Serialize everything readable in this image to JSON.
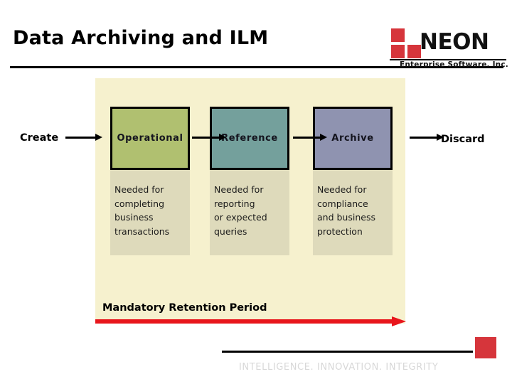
{
  "slide": {
    "title": "Data Archiving and ILM"
  },
  "logo": {
    "wordmark": "NEON",
    "tagline": "Enterprise Software, Inc.",
    "mark_color": "#D6353B"
  },
  "diagram": {
    "panel_color": "#F6F1CE",
    "entry_label": "Create",
    "exit_label": "Discard",
    "stages": [
      {
        "label": "Operational",
        "color": "#B0C070",
        "description": "Needed for\ncompleting\nbusiness\ntransactions"
      },
      {
        "label": "Reference",
        "color": "#74A09C",
        "description": "Needed for\nreporting\nor expected\nqueries"
      },
      {
        "label": "Archive",
        "color": "#8F93B0",
        "description": "Needed for\ncompliance\nand business\nprotection"
      }
    ],
    "retention": {
      "label": "Mandatory Retention Period",
      "arrow_color": "#E8161C"
    }
  },
  "footer": {
    "tagline": "INTELLIGENCE. INNOVATION. INTEGRITY",
    "accent_color": "#D6353B"
  }
}
